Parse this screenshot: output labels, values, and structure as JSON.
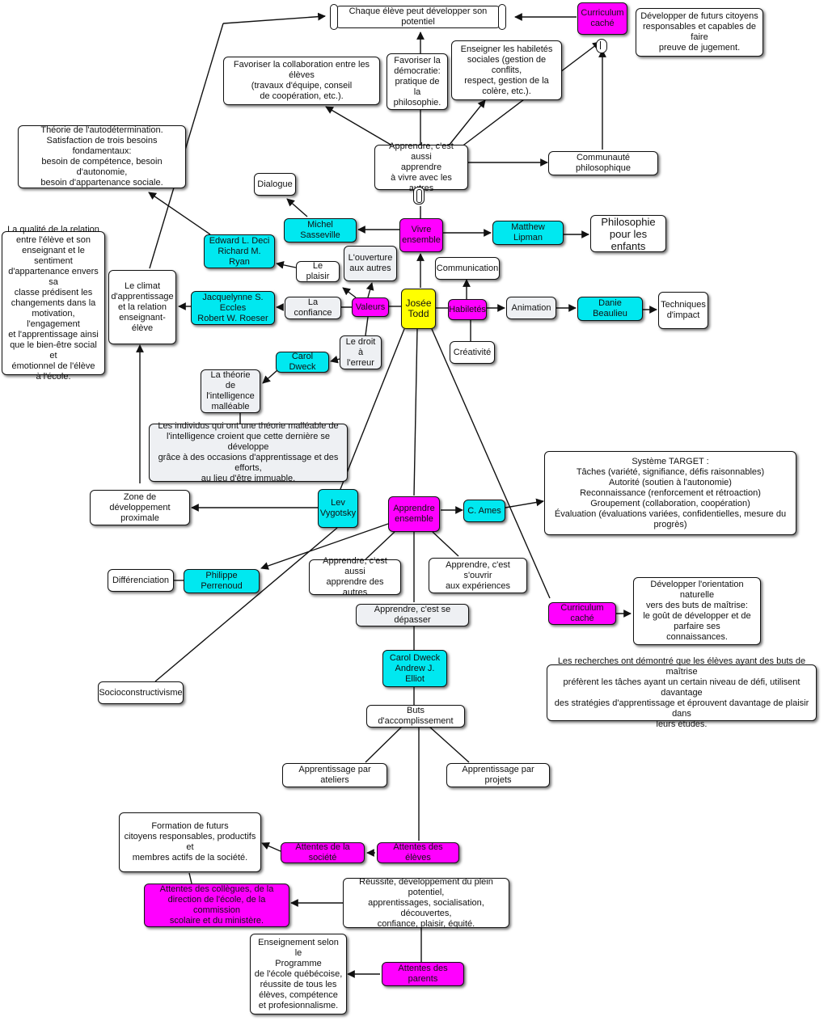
{
  "nodes": {
    "n_potentiel": "Chaque élève peut développer son potentiel",
    "n_curriculum_cache_top": "Curriculum\ncaché",
    "n_futurs_citoyens": "Développer de futurs citoyens\nresponsables et capables de faire\npreuve de jugement.",
    "n_collaboration": "Favoriser la collaboration entre les élèves\n(travaux d'équipe, conseil\nde coopération, etc.).",
    "n_democratie": "Favoriser la\ndémocratie:\npratique de\nla philosophie.",
    "n_habiletes_sociales": "Enseigner les habiletés\nsociales (gestion de conflits,\nrespect, gestion de la\ncolère, etc.).",
    "n_autodetermination": "Théorie de l'autodétermination.\nSatisfaction de trois besoins fondamentaux:\nbesoin de compétence, besoin d'autonomie,\nbesoin d'appartenance sociale.",
    "n_apprendre_vivre": "Apprendre, c'est aussi\napprendre\nà vivre avec les autres",
    "n_communaute": "Communauté philosophique",
    "n_dialogue": "Dialogue",
    "n_sasseville": "Michel Sasseville",
    "n_vivre_ensemble": "Vivre\nensemble",
    "n_lipman": "Matthew Lipman",
    "n_philosophie_enfants": "Philosophie\npour les enfants",
    "n_deci_ryan": "Edward L. Deci\nRichard M. Ryan",
    "n_plaisir": "Le plaisir",
    "n_ouverture": "L'ouverture\naux autres",
    "n_communication": "Communication",
    "n_qualite_relation": "La qualité de la relation\nentre l'élève et son\nenseignant et le sentiment\nd'appartenance envers sa\nclasse prédisent les\nchangements dans la\nmotivation, l'engagement\net l'apprentissage ainsi\nque le bien-être social et\némotionnel de l'élève\nà l'école.",
    "n_climat": "Le climat\nd'apprentissage\net la relation\nenseignant-élève",
    "n_eccles": "Jacquelynne S. Eccles\nRobert W. Roeser",
    "n_confiance": "La confiance",
    "n_valeurs": "Valeurs",
    "n_josee": "Josée\nTodd",
    "n_habiletes": "Habiletés",
    "n_animation": "Animation",
    "n_beaulieu": "Danie Beaulieu",
    "n_techniques": "Techniques\nd'impact",
    "n_droit_erreur": "Le droit à\nl'erreur",
    "n_creativite": "Créativité",
    "n_dweck": "Carol Dweck",
    "n_theorie_malleable": "La théorie de\nl'intelligence\nmalléable",
    "n_individus": "Les individus qui ont une théorie malléable de\nl'intelligence croient que cette dernière se développe\ngrâce à des occasions d'apprentissage et des efforts,\nau lieu d'être immuable.",
    "n_systeme_target": "Système TARGET :\nTâches (variété, signifiance, défis raisonnables)\nAutorité (soutien à l'autonomie)\nReconnaissance (renforcement et rétroaction)\nGroupement (collaboration, coopération)\nÉvaluation (évaluations variées, confidentielles, mesure du progrès)",
    "n_zone": "Zone de développement\nproximale",
    "n_vygotsky": "Lev\nVygotsky",
    "n_apprendre_ensemble": "Apprendre\nensemble",
    "n_ames": "C. Ames",
    "n_differenciation": "Différenciation",
    "n_perrenoud": "Philippe Perrenoud",
    "n_apprendre_autres": "Apprendre, c'est aussi\napprendre des autres",
    "n_apprendre_ouvrir": "Apprendre, c'est s'ouvrir\naux expériences",
    "n_orientation": "Développer l'orientation naturelle\nvers  des buts de maîtrise:\nle goût de développer et de\nparfaire ses\nconnaissances.",
    "n_curriculum_cache_mid": "Curriculum caché",
    "n_depasser": "Apprendre, c'est se dépasser",
    "n_recherches": "Les recherches ont démontré que les élèves ayant des buts de maîtrise\npréfèrent les tâches ayant un certain niveau de défi, utilisent davantage\ndes stratégies d'apprentissage et éprouvent davantage de plaisir dans\nleurs études.",
    "n_dweck_elliot": "Carol Dweck\nAndrew J. Elliot",
    "n_socioconstructivisme": "Socioconstructivisme",
    "n_buts": "Buts d'accomplissement",
    "n_ateliers": "Apprentissage par ateliers",
    "n_projets": "Apprentissage par projets",
    "n_formation": "Formation de futurs\ncitoyens responsables, productifs et\nmembres actifs de la société.",
    "n_attentes_societe": "Attentes de la société",
    "n_attentes_eleves": "Attentes des élèves",
    "n_attentes_collegues": "Attentes des collègues, de la\ndirection de  l'école, de la commission\nscolaire et du ministère.",
    "n_reussite": "Réussite, développement du plein potentiel,\napprentissages, socialisation, découvertes,\nconfiance, plaisir, équité.",
    "n_programme": "Enseignement selon le\nProgramme\nde l'école québécoise,\nréussite de tous les\nélèves, compétence\net profesionnalisme.",
    "n_attentes_parents": "Attentes des parents"
  },
  "colors": {
    "cyan": "#00e8f0",
    "magenta": "#ff00ff",
    "yellow": "#ffff00",
    "gray": "#eef0f3"
  }
}
